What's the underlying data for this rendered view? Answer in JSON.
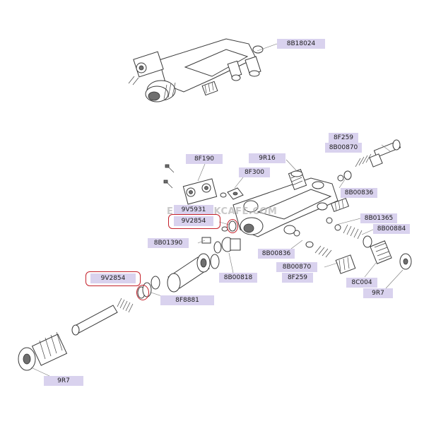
{
  "watermark": "EUROMAKCAFE.COM",
  "labels": {
    "l_8B18024": "8B18024",
    "l_8F259_top": "8F259",
    "l_8B00870_top": "8B00870",
    "l_8F190": "8F190",
    "l_9R16": "9R16",
    "l_8F300": "8F300",
    "l_8B00836_right": "8B00836",
    "l_9V5931": "9V5931",
    "l_9V2854_mid": "9V2854",
    "l_8B01365": "8B01365",
    "l_8B00884": "8B00884",
    "l_8B01390": "8B01390",
    "l_8B00836_mid": "8B00836",
    "l_8B00870_mid": "8B00870",
    "l_8F259_mid": "8F259",
    "l_8B00818": "8B00818",
    "l_9V2854_left": "9V2854",
    "l_8C004": "8C004",
    "l_9R7_right": "9R7",
    "l_8F8881": "8F8881",
    "l_9R7_left": "9R7"
  },
  "colors": {
    "label_bg": "#d9d2ee",
    "highlight": "#c4202a"
  }
}
